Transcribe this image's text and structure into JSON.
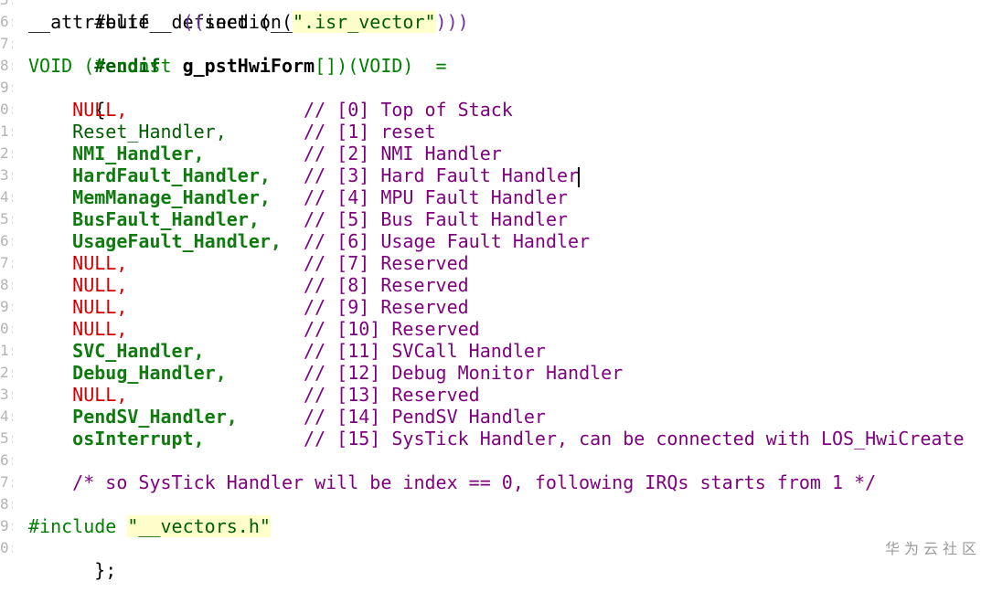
{
  "gutter": {
    "line_numbers": [
      "5:",
      "6:",
      "7:",
      "8:",
      "9:",
      "0:",
      "1:",
      "2:",
      "3:",
      "4:",
      "5:",
      "6:",
      "7:",
      "8:",
      "9:",
      "0:",
      "1:",
      "2:",
      "3:",
      "4:",
      "5:",
      "6:",
      "7:",
      "8:",
      "9:",
      "0:"
    ]
  },
  "code": {
    "line_top_cut": "#elif  defined (__GNUC__)",
    "attr_kw": "__attribute__",
    "attr_open": " ((",
    "attr_func": "section(",
    "attr_string": "\".isr_vector\"",
    "attr_close": ")))",
    "endif": "#endif",
    "decl_type": "VOID",
    "decl_mid": " (* const ",
    "decl_name": "g_pstHwiForm",
    "decl_tail": "[])(VOID)  =",
    "open_brace": "{",
    "entries": [
      {
        "name": "NULL,",
        "kind": "null",
        "comment": "// [0] Top of Stack"
      },
      {
        "name": "Reset_Handler,",
        "kind": "handler",
        "comment": "// [1] reset"
      },
      {
        "name": "NMI_Handler,",
        "kind": "handler-bold",
        "comment": "// [2] NMI Handler"
      },
      {
        "name": "HardFault_Handler,",
        "kind": "handler-bold",
        "comment": "// [3] Hard Fault Handler"
      },
      {
        "name": "MemManage_Handler,",
        "kind": "handler-bold",
        "comment": "// [4] MPU Fault Handler"
      },
      {
        "name": "BusFault_Handler,",
        "kind": "handler-bold",
        "comment": "// [5] Bus Fault Handler"
      },
      {
        "name": "UsageFault_Handler,",
        "kind": "handler-bold",
        "comment": "// [6] Usage Fault Handler"
      },
      {
        "name": "NULL,",
        "kind": "null",
        "comment": "// [7] Reserved"
      },
      {
        "name": "NULL,",
        "kind": "null",
        "comment": "// [8] Reserved"
      },
      {
        "name": "NULL,",
        "kind": "null",
        "comment": "// [9] Reserved"
      },
      {
        "name": "NULL,",
        "kind": "null",
        "comment": "// [10] Reserved"
      },
      {
        "name": "SVC_Handler,",
        "kind": "handler-bold",
        "comment": "// [11] SVCall Handler"
      },
      {
        "name": "Debug_Handler,",
        "kind": "handler-bold",
        "comment": "// [12] Debug Monitor Handler"
      },
      {
        "name": "NULL,",
        "kind": "null",
        "comment": "// [13] Reserved"
      },
      {
        "name": "PendSV_Handler,",
        "kind": "handler-bold",
        "comment": "// [14] PendSV Handler"
      },
      {
        "name": "osInterrupt,",
        "kind": "handler-bold",
        "comment": "// [15] SysTick Handler, can be connected with LOS_HwiCreate"
      }
    ],
    "block_comment": "/* so SysTick Handler will be index == 0, following IRQs starts from 1 */",
    "include_kw": "#include ",
    "include_file": "\"__vectors.h\"",
    "close_brace": "};"
  },
  "watermark": "华为云社区",
  "colors": {
    "null": "#d40000",
    "handler": "#005e00",
    "comment": "#7f007f",
    "string_bg": "#ffffcc"
  }
}
